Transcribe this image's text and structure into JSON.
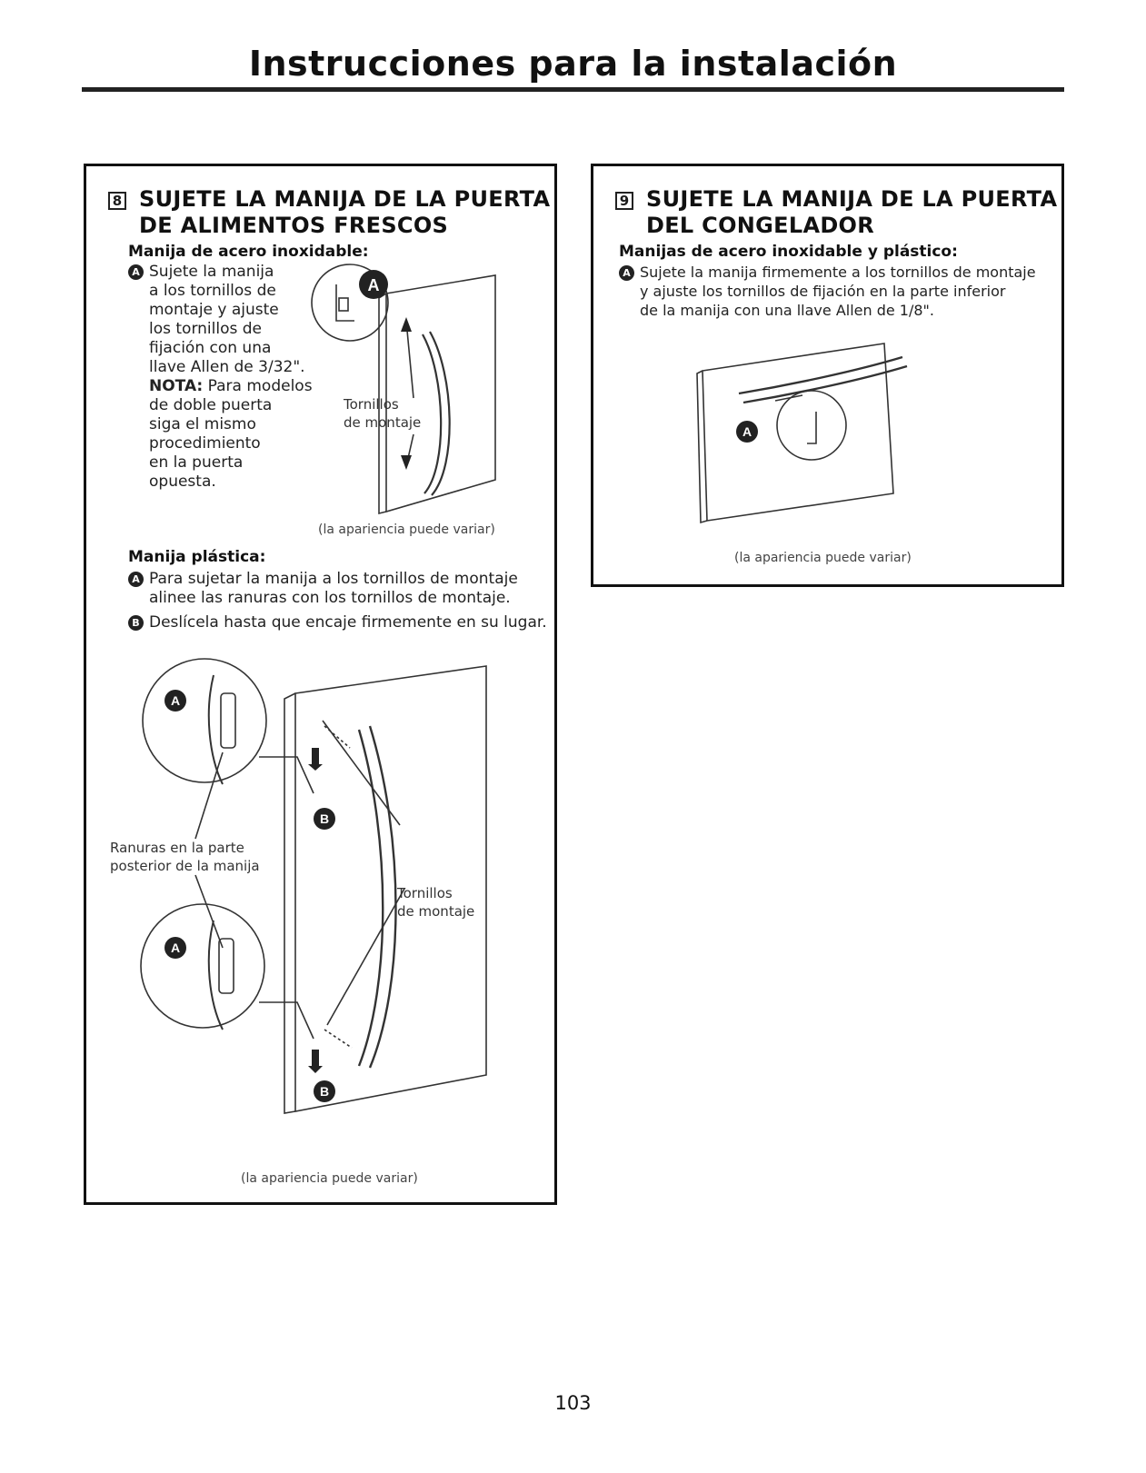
{
  "page": {
    "title": "Instrucciones para la instalación",
    "page_number": "103"
  },
  "step8": {
    "number": "8",
    "title_line1": "SUJETE LA MANIJA DE LA PUERTA",
    "title_line2": "DE ALIMENTOS FRESCOS",
    "stainless_heading": "Manija de acero inoxidable:",
    "stainless_lines": [
      "Sujete la manija",
      "a los tornillos de",
      "montaje y ajuste",
      "los tornillos de",
      "fijación con una",
      "llave Allen de 3/32\"."
    ],
    "note_label": "NOTA:",
    "note_first": " Para modelos",
    "note_lines": [
      "de doble puerta",
      "siga el mismo",
      "procedimiento",
      "en la puerta",
      "opuesta."
    ],
    "screws_label_1": "Tornillos",
    "screws_label_2": "de montaje",
    "caption_top": "(la apariencia puede variar)",
    "plastic_heading": "Manija plástica:",
    "plastic_a_line1": "Para sujetar la manija a los tornillos de montaje",
    "plastic_a_line2": "alinee las ranuras con los tornillos de montaje.",
    "plastic_b": "Deslícela hasta que encaje firmemente en su lugar.",
    "slots_label_1": "Ranuras en la parte",
    "slots_label_2": "posterior de la manija",
    "screws2_label_1": "Tornillos",
    "screws2_label_2": "de montaje",
    "caption_bottom": "(la apariencia puede variar)"
  },
  "step9": {
    "number": "9",
    "title_line1": "SUJETE LA MANIJA DE LA PUERTA",
    "title_line2": "DEL CONGELADOR",
    "heading": "Manijas de acero inoxidable y plástico:",
    "line1": "Sujete la manija firmemente a los tornillos de montaje",
    "line2": "y ajuste los tornillos de fijación en la parte inferior",
    "line3": "de la manija con una llave Allen de 1/8\".",
    "caption": "(la apariencia puede variar)"
  },
  "callouts": {
    "a": "A",
    "b": "B"
  }
}
